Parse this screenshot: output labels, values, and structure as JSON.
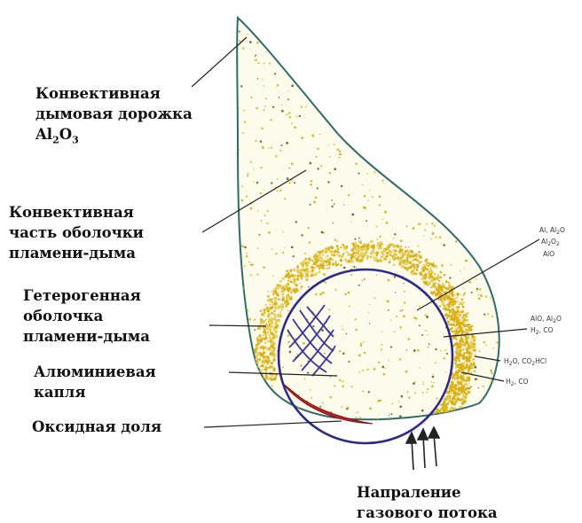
{
  "labels": {
    "smoke_trail": {
      "line1": "Конвективная",
      "line2": "дымовая дорожка",
      "line3_main": "Al",
      "line3_sub1": "2",
      "line3_mid": "O",
      "line3_sub2": "3"
    },
    "shell_convective": {
      "line1": "Конвективная",
      "line2": "часть оболочки",
      "line3": "пламени-дыма"
    },
    "shell_heterogeneous": {
      "line1": "Гетерогенная",
      "line2": "оболочка",
      "line3": "пламени-дыма"
    },
    "droplet": {
      "line1": "Алюминиевая",
      "line2": "капля"
    },
    "oxide_cap": "Оксидная доля",
    "gas_flow": {
      "line1": "Напраление",
      "line2": "газового потока"
    }
  },
  "species": {
    "group1": {
      "a": "Al, Al",
      "a_sub": "2",
      "a_tail": "O",
      "b": "Al",
      "b_sub1": "2",
      "b_mid": "O",
      "b_sub2": "2",
      "c": "AlO"
    },
    "group2": {
      "a": "AlO, Al",
      "a_sub": "2",
      "a_tail": "O",
      "b": "H",
      "b_sub": "2",
      "b_tail": ", CO"
    },
    "group3": {
      "a": "H",
      "a_sub": "2",
      "a_mid": "O, CO",
      "a_sub2": "2",
      "a_tail": "HCl"
    },
    "group4": {
      "a": "H",
      "a_sub": "2",
      "a_tail": ", CO"
    }
  },
  "colors": {
    "outline": "#2e6b6b",
    "droplet": "#2e2a8a",
    "oxide": "#c8202a",
    "dots": "#d9b21c",
    "dots_light": "#e8cf5a",
    "hatch": "#3a3596",
    "leader": "#222222"
  }
}
